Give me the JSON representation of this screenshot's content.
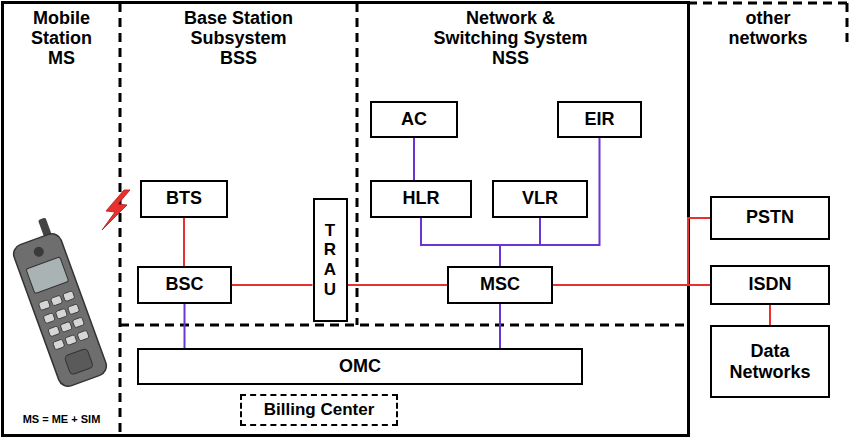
{
  "diagram": {
    "nodes": [
      {
        "text": [
          "Mobile Station MS",
          "MS = ME + SIM"
        ]
      },
      {
        "text": [
          "Base Station Subsystem BSS"
        ]
      },
      {
        "text": [
          "BTS"
        ],
        "in": 1
      },
      {
        "text": [
          "BSC"
        ],
        "in": 1
      },
      {
        "text": [
          "T R A U"
        ]
      },
      {
        "text": [
          "Network & Switching System NSS"
        ]
      },
      {
        "text": [
          "AC"
        ],
        "in": 5
      },
      {
        "text": [
          "EIR"
        ],
        "in": 5
      },
      {
        "text": [
          "HLR"
        ],
        "in": 5
      },
      {
        "text": [
          "VLR"
        ],
        "in": 5
      },
      {
        "text": [
          "MSC"
        ],
        "in": 5
      },
      {
        "text": [
          "other networks"
        ]
      },
      {
        "text": [
          "PSTN"
        ],
        "in": 11
      },
      {
        "text": [
          "ISDN"
        ],
        "in": 11
      },
      {
        "text": [
          "Data Networks"
        ],
        "in": 11
      },
      {
        "text": [
          "OMC"
        ]
      },
      {
        "text": [
          "Billing Center"
        ]
      }
    ],
    "edges": [
      {
        "from": 2,
        "to": 3,
        "arrow": "none"
      },
      {
        "from": 3,
        "to": 4,
        "arrow": "none"
      },
      {
        "from": 4,
        "to": 10,
        "arrow": "none"
      },
      {
        "from": 6,
        "to": 8,
        "arrow": "none"
      },
      {
        "from": 8,
        "to": 10,
        "arrow": "none"
      },
      {
        "from": 9,
        "to": 10,
        "arrow": "none"
      },
      {
        "from": 7,
        "to": 10,
        "arrow": "none"
      },
      {
        "from": 10,
        "to": 12,
        "arrow": "none"
      },
      {
        "from": 10,
        "to": 13,
        "arrow": "none"
      },
      {
        "from": 13,
        "to": 14,
        "arrow": "none"
      },
      {
        "from": 3,
        "to": 15,
        "arrow": "none"
      },
      {
        "from": 10,
        "to": 15,
        "arrow": "none"
      }
    ]
  }
}
